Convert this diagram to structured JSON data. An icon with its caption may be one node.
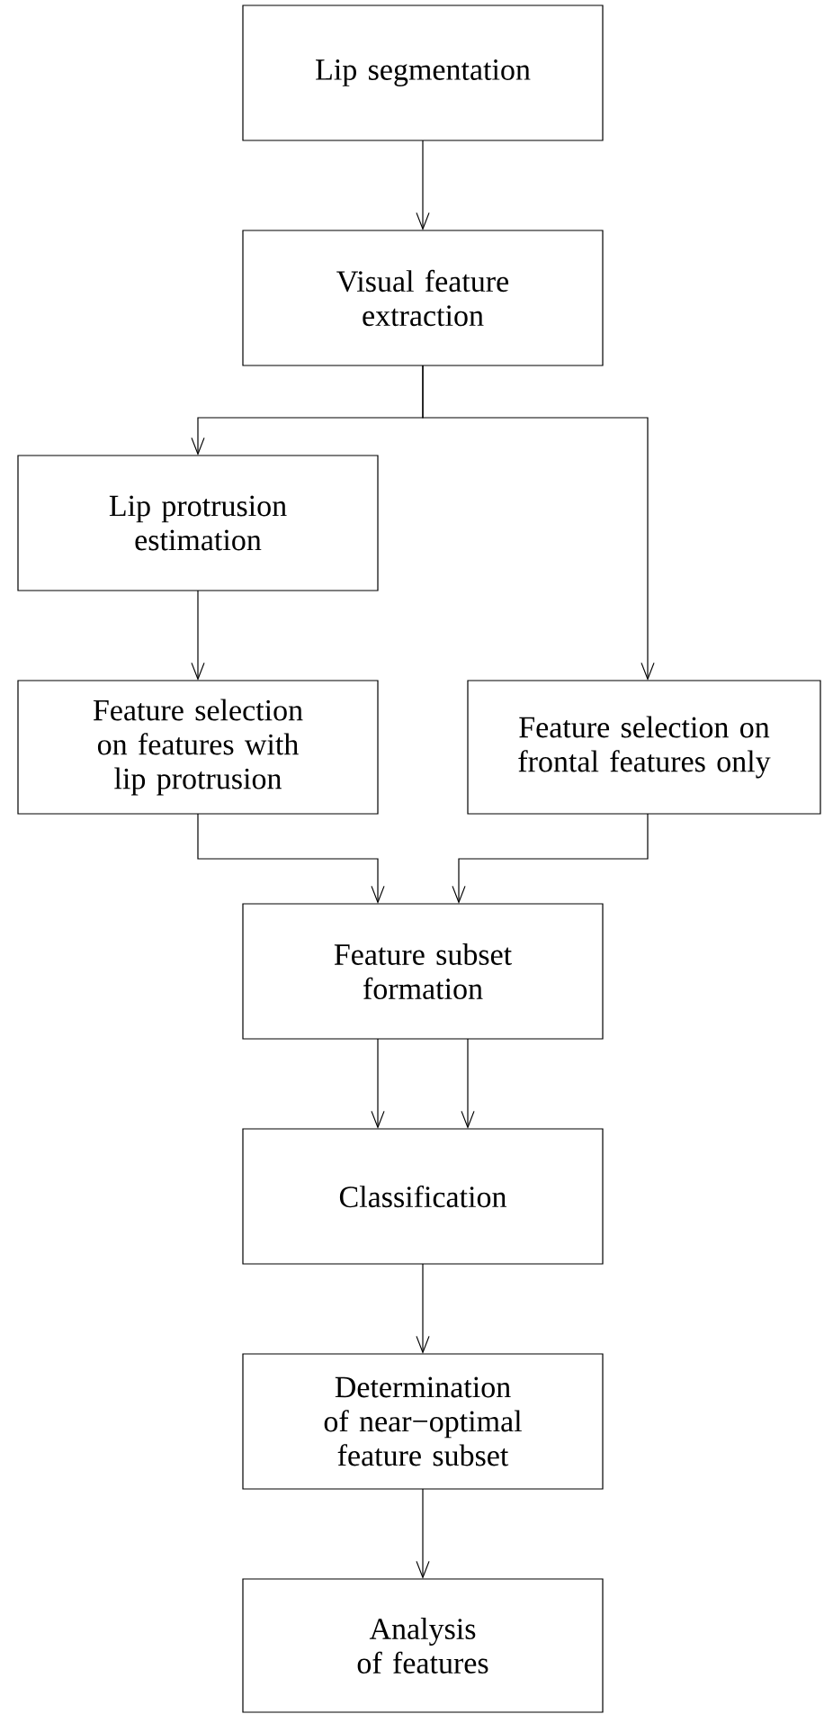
{
  "diagram": {
    "nodes": [
      {
        "text": [
          "Lip segmentation"
        ]
      },
      {
        "text": [
          "Visual feature extraction"
        ]
      },
      {
        "text": [
          "Lip protrusion estimation"
        ]
      },
      {
        "text": [
          "Feature selection on features with lip protrusion"
        ]
      },
      {
        "text": [
          "Feature selection on frontal features only"
        ]
      },
      {
        "text": [
          "Feature subset formation"
        ]
      },
      {
        "text": [
          "Classification"
        ]
      },
      {
        "text": [
          "Determination of near−optimal feature subset"
        ]
      },
      {
        "text": [
          "Analysis of features"
        ]
      }
    ],
    "edges": [
      {
        "from": 0,
        "to": 1,
        "arrow": "to"
      },
      {
        "from": 1,
        "to": 2,
        "arrow": "to"
      },
      {
        "from": 1,
        "to": 4,
        "arrow": "to"
      },
      {
        "from": 2,
        "to": 3,
        "arrow": "to"
      },
      {
        "from": 3,
        "to": 5,
        "arrow": "to"
      },
      {
        "from": 4,
        "to": 5,
        "arrow": "to"
      },
      {
        "from": 5,
        "to": 6,
        "arrow": "to"
      },
      {
        "from": 5,
        "to": 6,
        "arrow": "to"
      },
      {
        "from": 6,
        "to": 7,
        "arrow": "to"
      },
      {
        "from": 7,
        "to": 8,
        "arrow": "to"
      }
    ]
  }
}
